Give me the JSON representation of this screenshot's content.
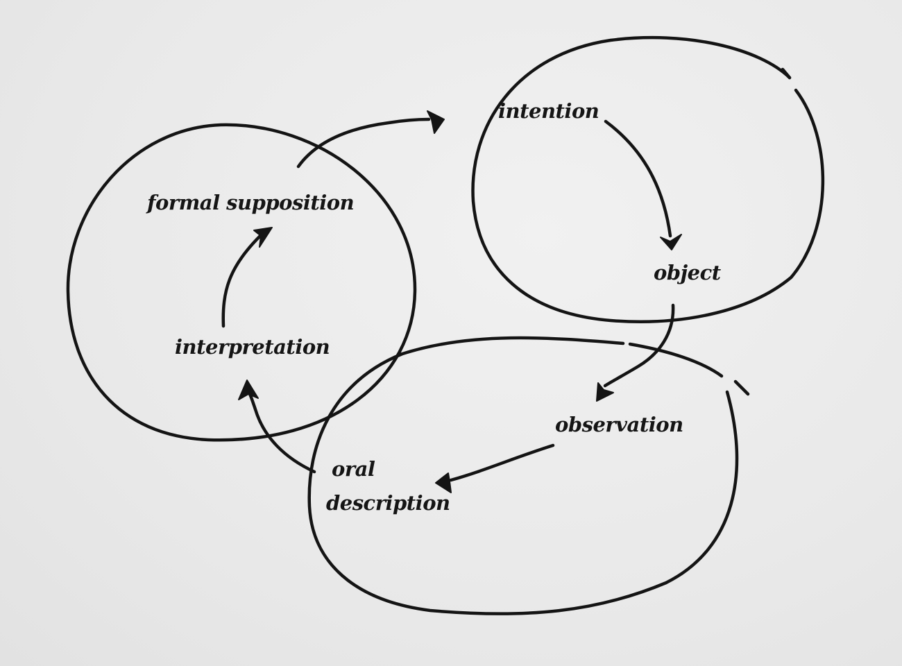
{
  "labels": {
    "formal_supposition": "formal supposition",
    "interpretation": "interpretation",
    "intention": "intention",
    "object": "object",
    "observation": "observation",
    "oral": "oral",
    "description": "description"
  },
  "colors": {
    "ink": "#141414",
    "wall": "#ececec"
  }
}
